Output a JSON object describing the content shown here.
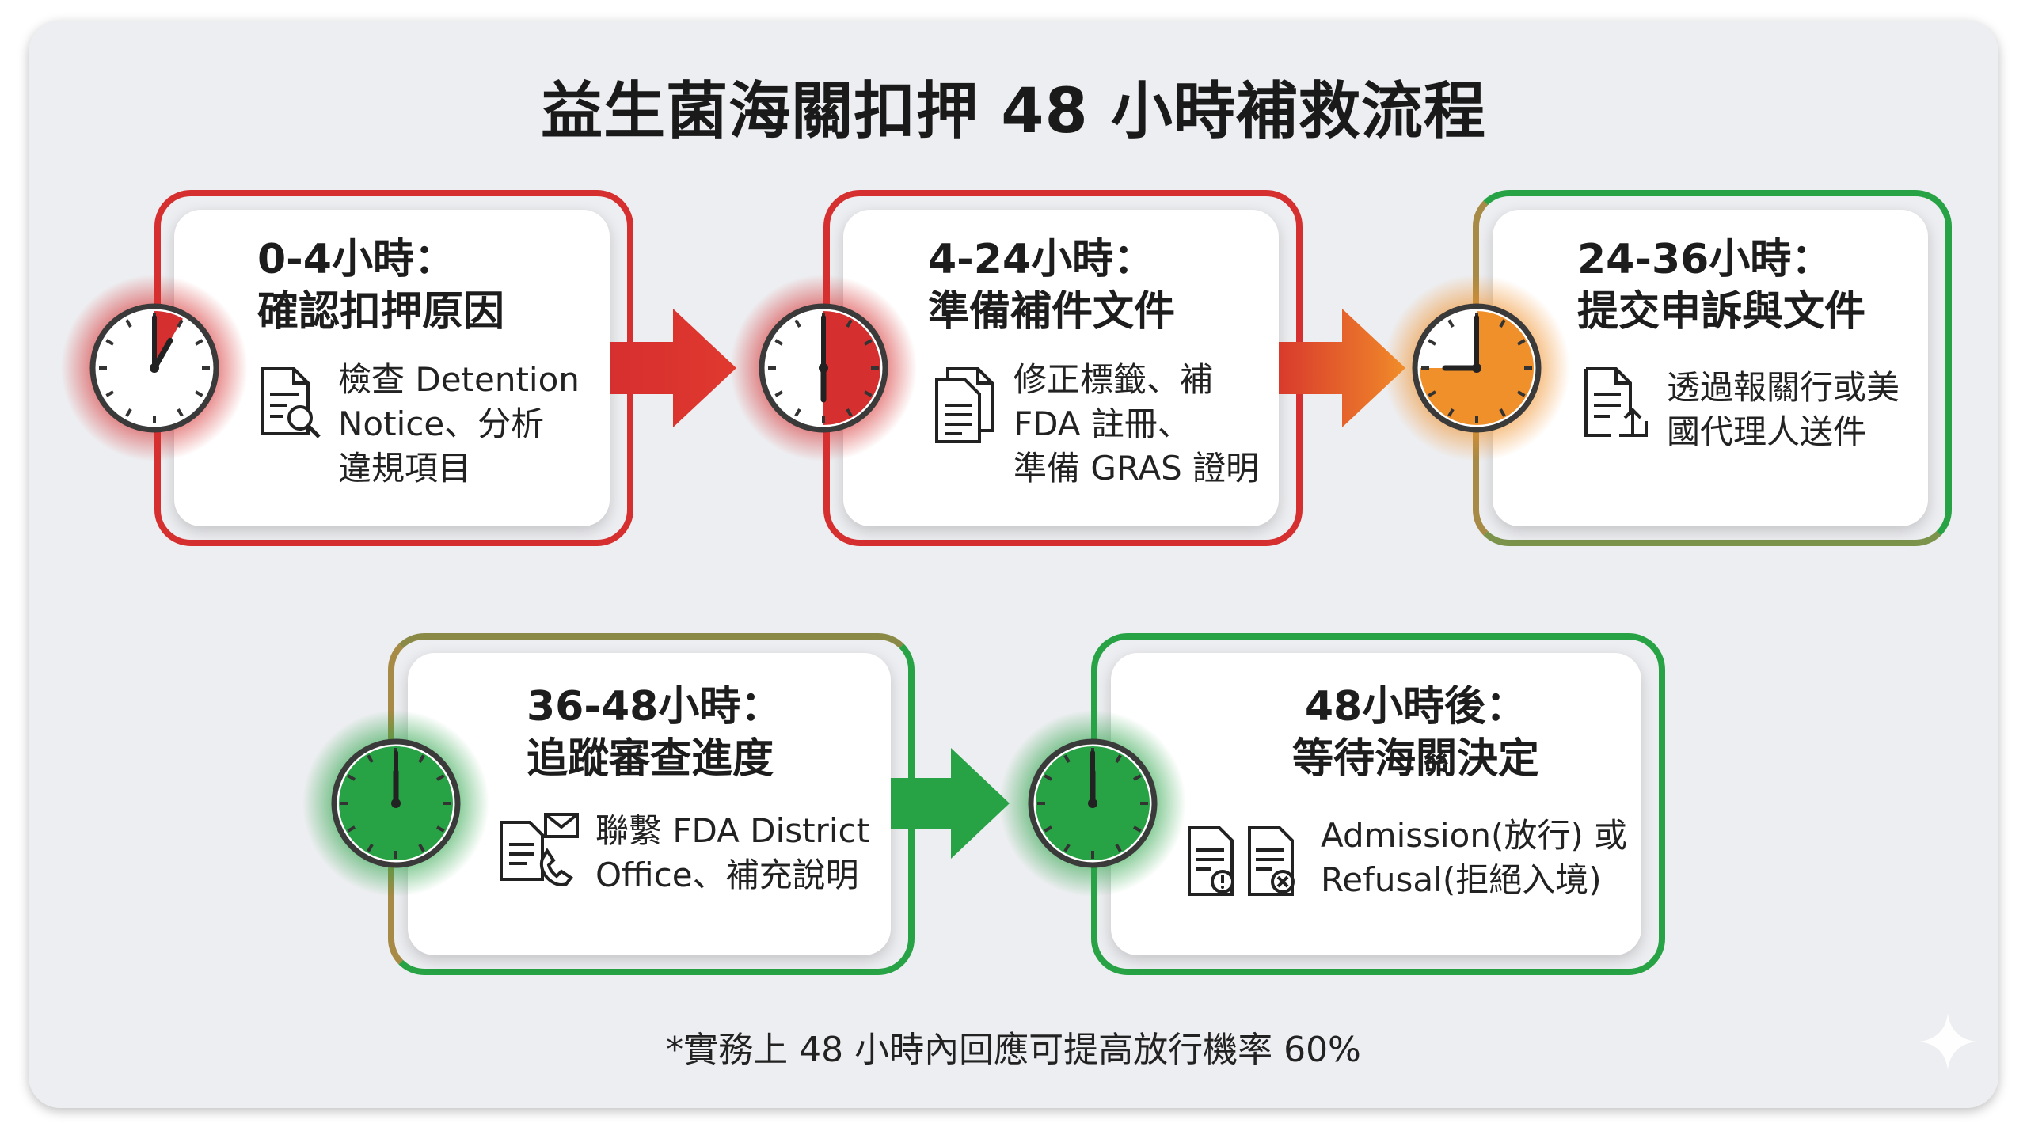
{
  "title": "益生菌海關扣押 48 小時補救流程",
  "steps": [
    {
      "time": "0-4小時：",
      "action": "確認扣押原因",
      "desc_lines": [
        "檢查 Detention",
        "Notice、分析",
        "違規項目"
      ],
      "clock_fill": 0.083,
      "color": "#d62f2f",
      "icon": "document-search-icon"
    },
    {
      "time": "4-24小時：",
      "action": "準備補件文件",
      "desc_lines": [
        "修正標籤、補",
        "FDA 註冊、",
        "準備 GRAS 證明"
      ],
      "clock_fill": 0.5,
      "color": "#d62f2f",
      "icon": "documents-stack-icon"
    },
    {
      "time": "24-36小時：",
      "action": "提交申訴與文件",
      "desc_lines": [
        "透過報關行或美",
        "國代理人送件"
      ],
      "clock_fill": 0.75,
      "color": "#f0902a",
      "icon": "document-upload-icon"
    },
    {
      "time": "36-48小時：",
      "action": "追蹤審查進度",
      "desc_lines": [
        "聯繫 FDA District",
        "Office、補充說明"
      ],
      "clock_fill": 1.0,
      "color": "#27a244",
      "icon": "document-mail-phone-icon"
    },
    {
      "time": "48小時後：",
      "action": "等待海關決定",
      "desc_lines": [
        "Admission(放行) 或",
        "Refusal(拒絕入境)"
      ],
      "clock_fill": 1.0,
      "color": "#27a244",
      "icon": "documents-decision-icon"
    }
  ],
  "footnote": "*實務上 48 小時內回應可提高放行機率 60%",
  "colors": {
    "red": "#d62f2f",
    "orange": "#f0902a",
    "green": "#27a244"
  }
}
